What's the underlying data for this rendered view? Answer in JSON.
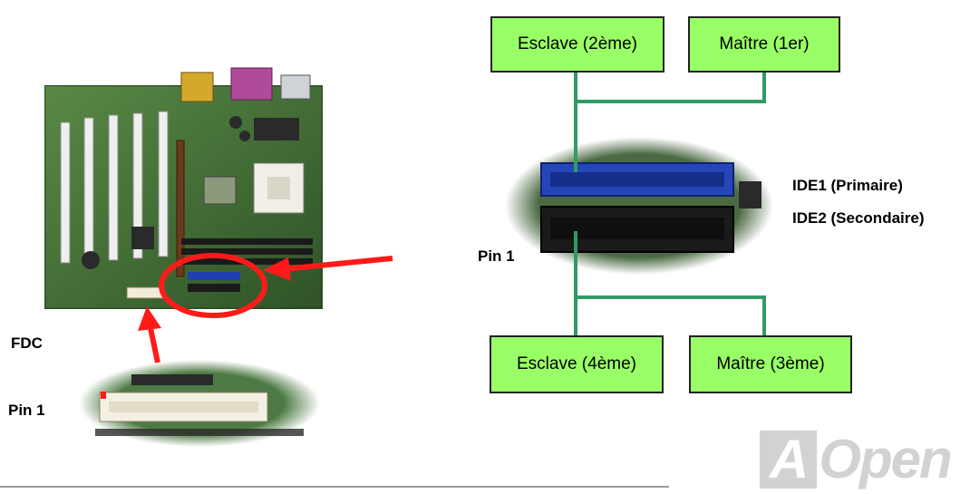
{
  "labels": {
    "fdc": "FDC",
    "pin1_fdc": "Pin 1",
    "pin1_ide": "Pin 1",
    "ide1": "IDE1 (Primaire)",
    "ide2": "IDE2 (Secondaire)"
  },
  "boxes": {
    "slave2": "Esclave (2ème)",
    "master1": "Maître (1er)",
    "slave4": "Esclave (4ème)",
    "master3": "Maître (3ème)"
  },
  "logo": {
    "letter": "A",
    "rest": "Open"
  },
  "colors": {
    "box_fill": "#99ff66",
    "wire": "#339966",
    "arrow": "#ff1a1a",
    "ide1_connector": "#1f3fb0",
    "ide2_connector": "#1a1a1a",
    "board": "#4a7d3a"
  }
}
